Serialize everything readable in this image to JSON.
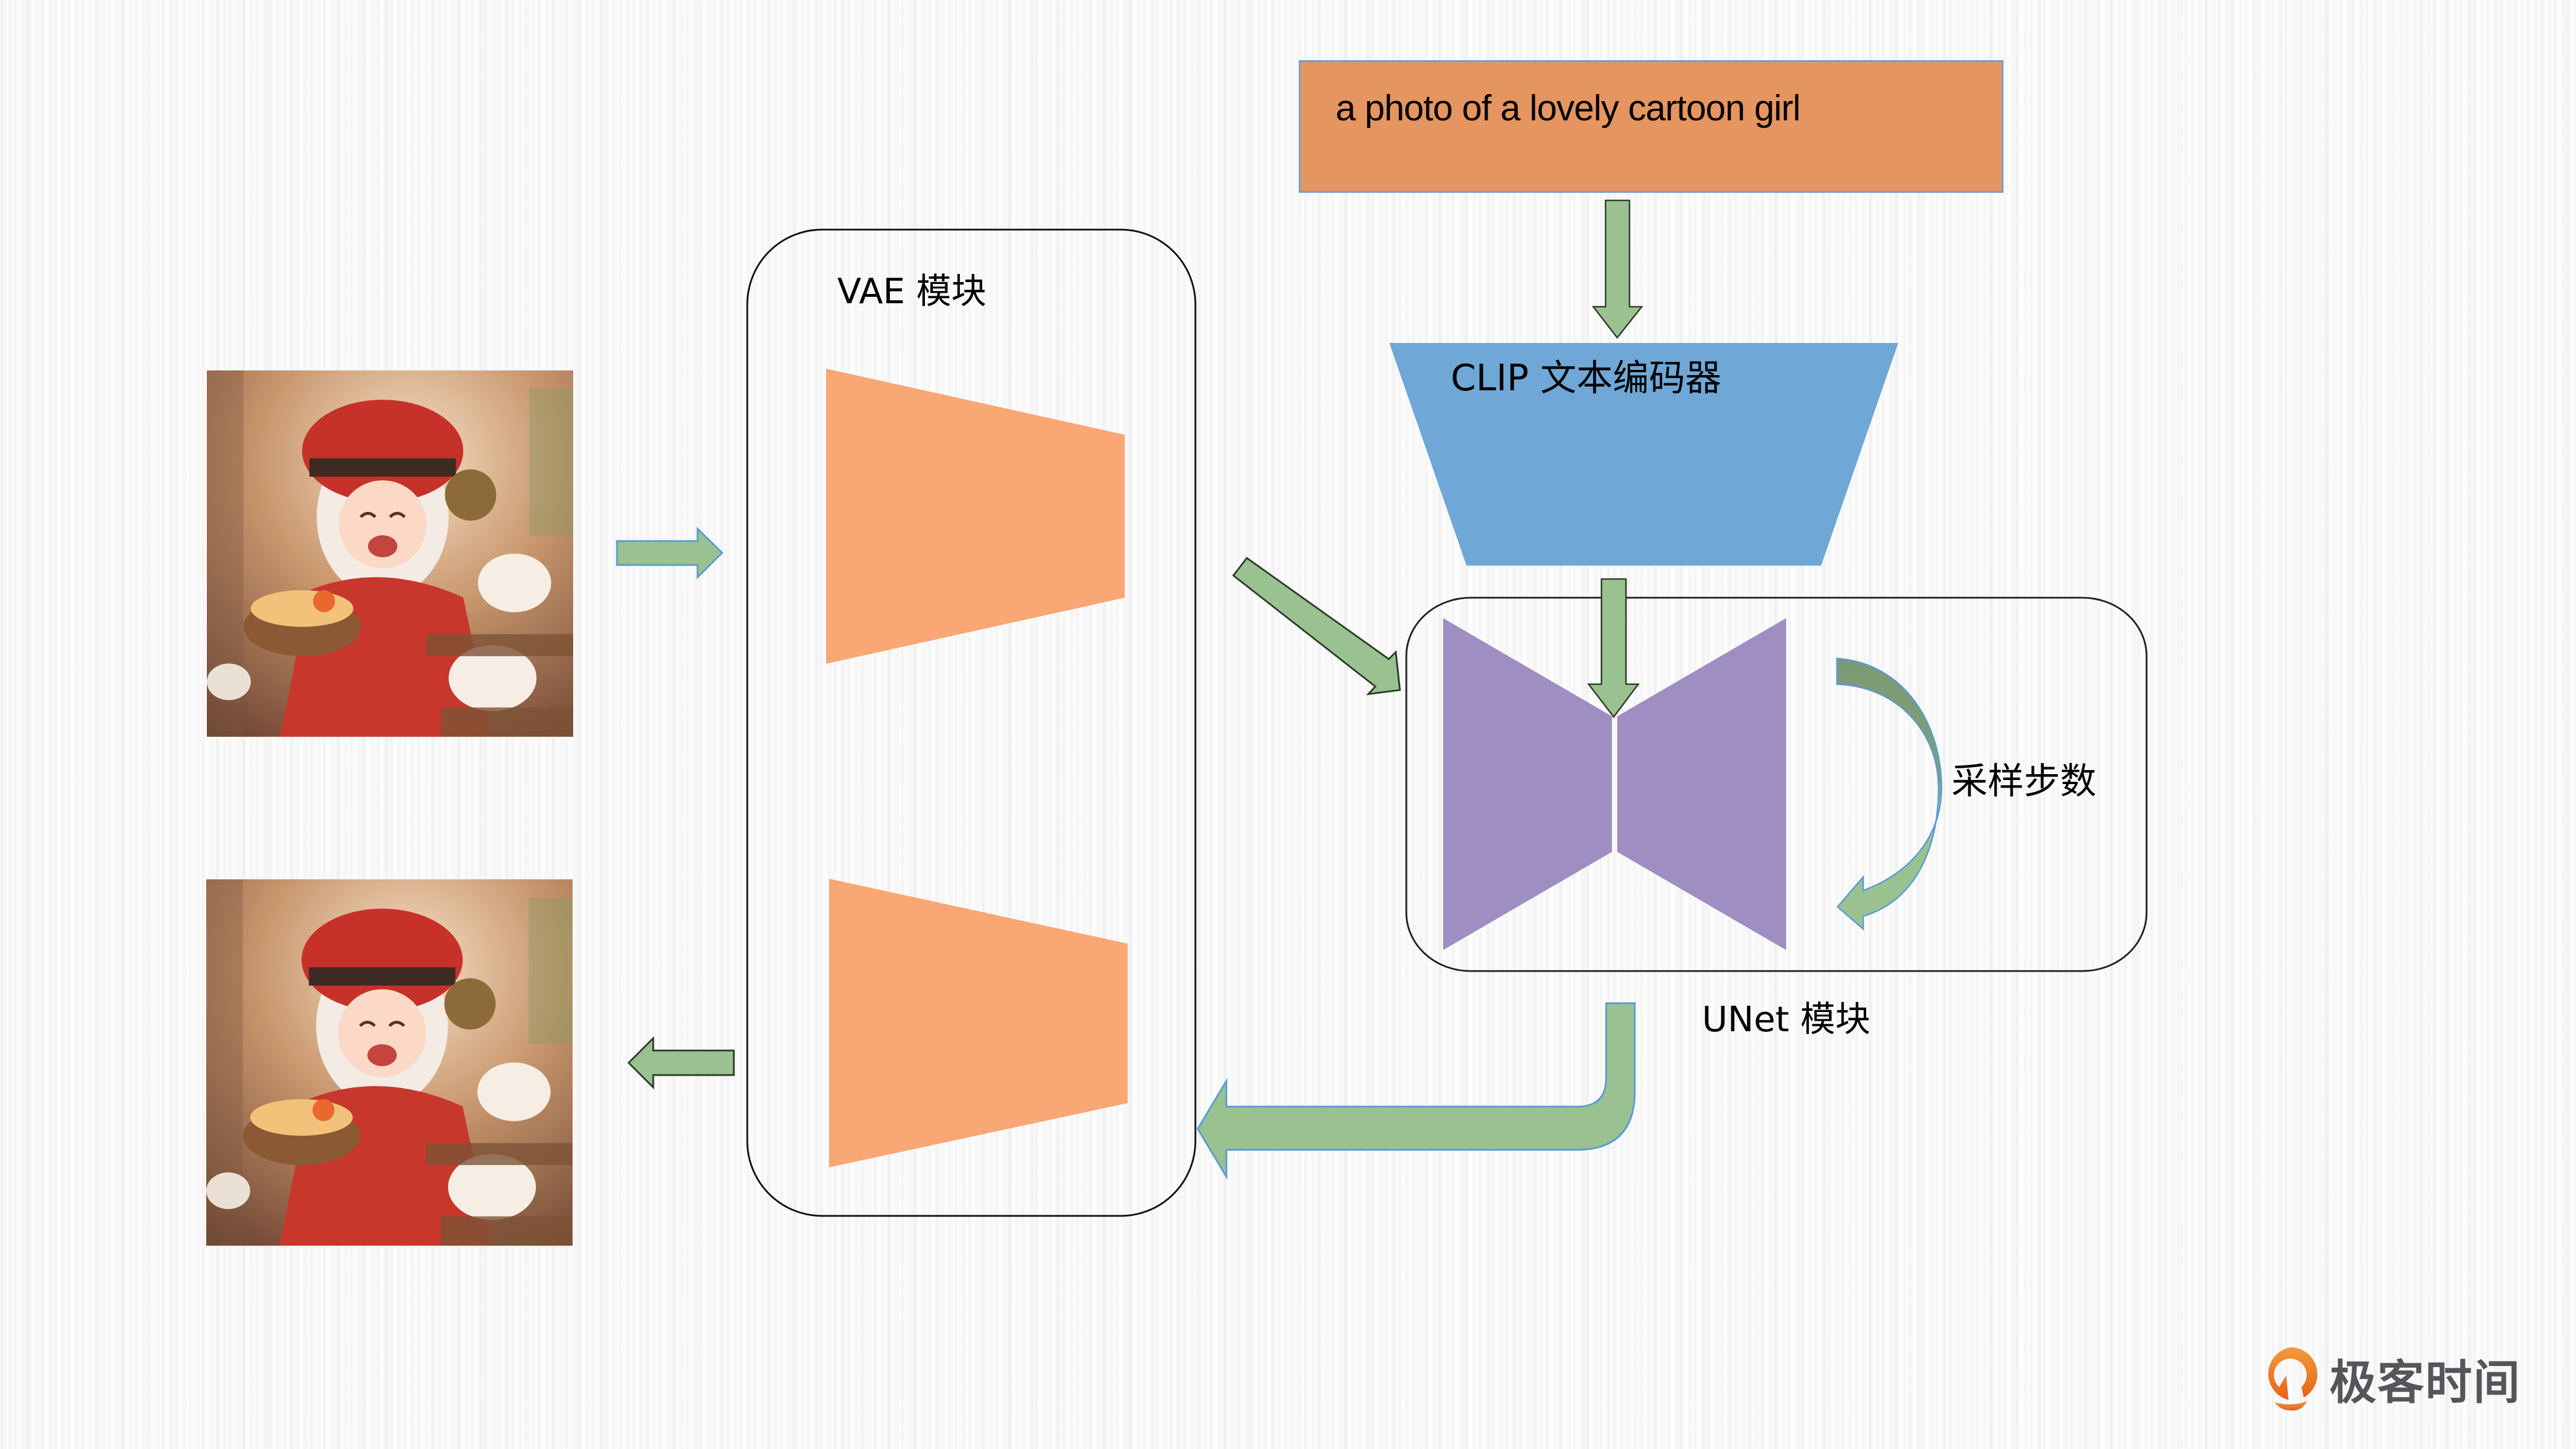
{
  "diagram": {
    "prompt": {
      "text": "a photo of a lovely cartoon girl",
      "fill": "#e5955f",
      "border": "#6d9fd4"
    },
    "clip_encoder": {
      "label": "CLIP 文本编码器",
      "fill": "#6fa8d6"
    },
    "vae_module": {
      "label": "VAE 模块",
      "encoder_fill": "#f9a774",
      "decoder_fill": "#f9a774"
    },
    "unet_module": {
      "label": "UNet 模块",
      "fill": "#9e8ec2"
    },
    "sampling_loop": {
      "label": "采样步数"
    },
    "images": [
      {
        "caption": "input image (cartoon girl illustration)"
      },
      {
        "caption": "output image (cartoon girl illustration)"
      }
    ],
    "arrow_colors": {
      "fill": "#9ac291",
      "outline_blue": "#5b9bd5",
      "outline_dark": "#2e3a2c"
    }
  },
  "brand": {
    "logo_text": "极客时间",
    "logo_color": "#e8611a"
  }
}
